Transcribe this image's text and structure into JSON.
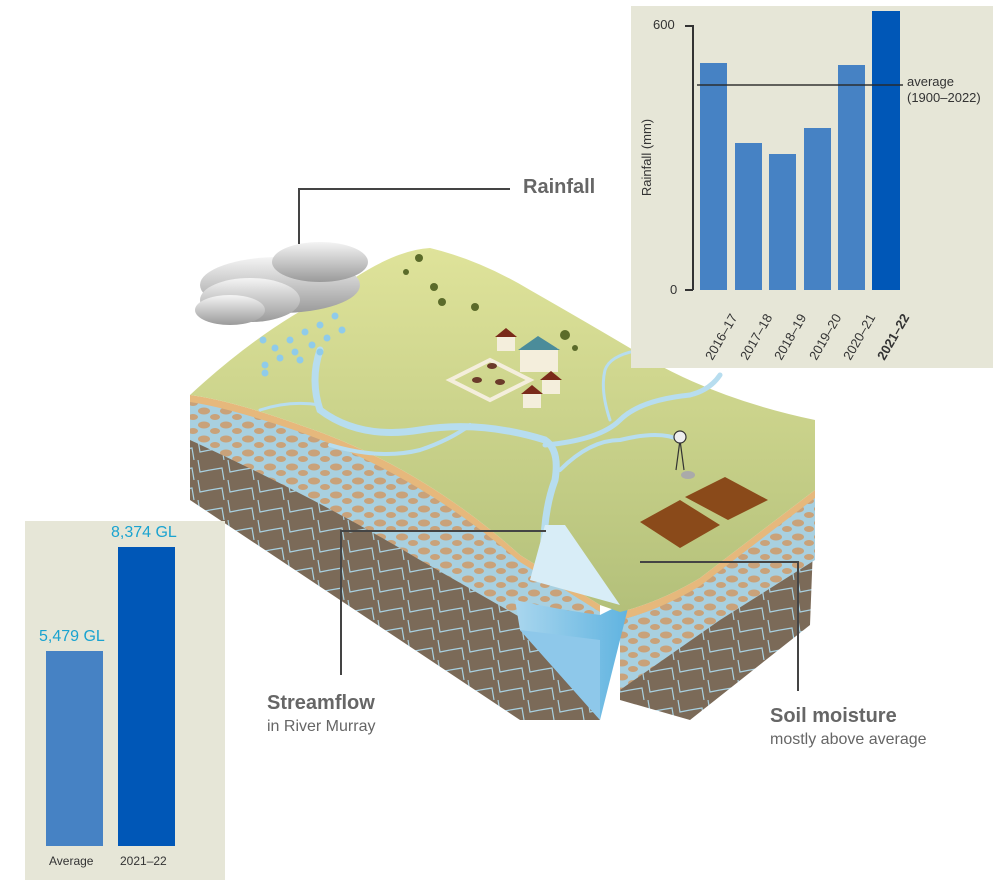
{
  "callouts": {
    "rainfall": {
      "title": "Rainfall"
    },
    "streamflow": {
      "title": "Streamflow",
      "subtitle": "in River Murray"
    },
    "soil_moisture": {
      "title": "Soil moisture",
      "subtitle": "mostly above average"
    }
  },
  "colors": {
    "panel_bg": "#e6e6d7",
    "bar_light": "#4682c4",
    "bar_dark": "#0057b7",
    "value_label": "#1aa3d0",
    "callout_text": "#666666"
  },
  "rainfall_chart": {
    "ylabel": "Rainfall (mm)",
    "y_ticks": [
      "600",
      "0"
    ],
    "categories": [
      "2016–17",
      "2017–18",
      "2018–19",
      "2019–20",
      "2020–21",
      "2021–22"
    ],
    "average_label_line1": "average",
    "average_label_line2": "(1900–2022)"
  },
  "streamflow_chart": {
    "categories": [
      "Average",
      "2021–22"
    ],
    "value_labels": [
      "5,479 GL",
      "8,374 GL"
    ]
  },
  "chart_data": [
    {
      "type": "bar",
      "title": "Rainfall",
      "xlabel": "",
      "ylabel": "Rainfall (mm)",
      "categories": [
        "2016–17",
        "2017–18",
        "2018–19",
        "2019–20",
        "2020–21",
        "2021–22"
      ],
      "values": [
        514,
        333,
        308,
        367,
        509,
        632
      ],
      "ylim": [
        0,
        600
      ],
      "y_ticks": [
        0,
        600
      ],
      "reference_line": {
        "label": "average (1900–2022)",
        "value": 464
      },
      "highlight": "2021–22",
      "grid": false
    },
    {
      "type": "bar",
      "title": "Streamflow in River Murray",
      "xlabel": "",
      "ylabel": "",
      "categories": [
        "Average",
        "2021–22"
      ],
      "values": [
        5479,
        8374
      ],
      "units": "GL",
      "data_labels": [
        "5,479 GL",
        "8,374 GL"
      ],
      "grid": false
    }
  ]
}
